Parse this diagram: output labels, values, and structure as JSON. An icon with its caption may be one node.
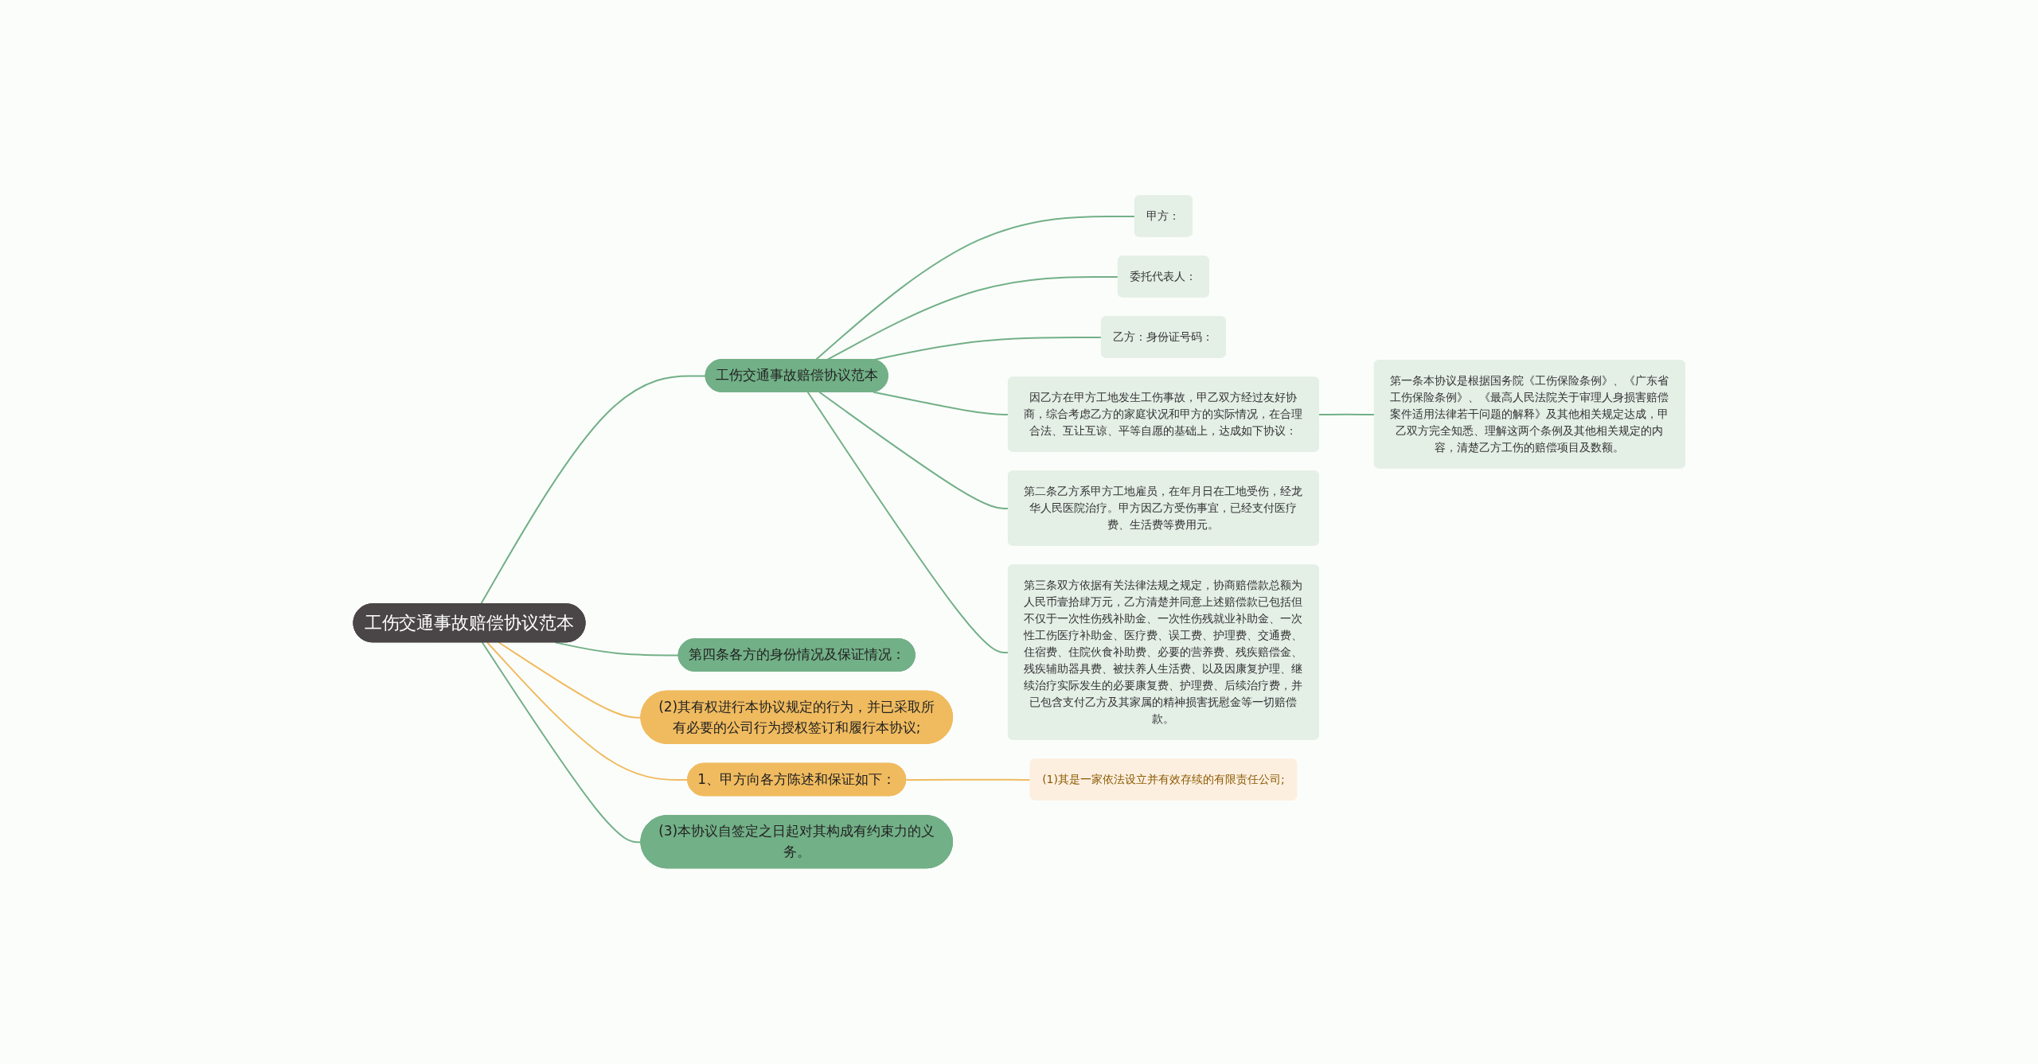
{
  "diagram": {
    "nodes": [
      {
        "text": [
          "工伤交通事故赔偿协议范本"
        ]
      },
      {
        "text": [
          "工伤交通事故赔偿协议范本"
        ]
      },
      {
        "text": [
          "甲方："
        ]
      },
      {
        "text": [
          "委托代表人："
        ]
      },
      {
        "text": [
          "乙方：身份证号码："
        ]
      },
      {
        "text": [
          "因乙方在甲方工地发生工伤事故，甲乙双方经过友好协商，综合考虑乙方的家庭状况和甲方的实际情况，在合理合法、互让互谅、平等自愿的基础上，达成如下协议："
        ]
      },
      {
        "text": [
          "第一条本协议是根据国务院《工伤保险条例》、《广东省工伤保险条例》、《最高人民法院关于审理人身损害赔偿案件适用法律若干问题的解释》及其他相关规定达成，甲乙双方完全知悉、理解这两个条例及其他相关规定的内容，清楚乙方工伤的赔偿项目及数额。"
        ]
      },
      {
        "text": [
          "第二条乙方系甲方工地雇员，在年月日在工地受伤，经龙华人民医院治疗。甲方因乙方受伤事宜，已经支付医疗费、生活费等费用元。"
        ]
      },
      {
        "text": [
          "第三条双方依据有关法律法规之规定，协商赔偿款总额为人民币壹拾肆万元，乙方清楚并同意上述赔偿款已包括但不仅于一次性伤残补助金、一次性伤残就业补助金、一次性工伤医疗补助金、医疗费、误工费、护理费、交通费、住宿费、住院伙食补助费、必要的营养费、残疾赔偿金、残疾辅助器具费、被扶养人生活费、以及因康复护理、继续治疗实际发生的必要康复费、护理费、后续治疗费，并已包含支付乙方及其家属的精神损害抚慰金等一切赔偿款。"
        ]
      },
      {
        "text": [
          "第四条各方的身份情况及保证情况："
        ]
      },
      {
        "text": [
          "(2)其有权进行本协议规定的行为，并已采取所有必要的公司行为授权签订和履行本协议;"
        ]
      },
      {
        "text": [
          "1、甲方向各方陈述和保证如下："
        ]
      },
      {
        "text": [
          "(1)其是一家依法设立并有效存续的有限责任公司;"
        ]
      },
      {
        "text": [
          "(3)本协议自签定之日起对其构成有约束力的义务。"
        ]
      }
    ],
    "edges": [
      {
        "from": 0,
        "to": 1,
        "arrow": "none"
      },
      {
        "from": 1,
        "to": 2,
        "arrow": "none"
      },
      {
        "from": 1,
        "to": 3,
        "arrow": "none"
      },
      {
        "from": 1,
        "to": 4,
        "arrow": "none"
      },
      {
        "from": 1,
        "to": 5,
        "arrow": "none"
      },
      {
        "from": 5,
        "to": 6,
        "arrow": "none"
      },
      {
        "from": 1,
        "to": 7,
        "arrow": "none"
      },
      {
        "from": 1,
        "to": 8,
        "arrow": "none"
      },
      {
        "from": 0,
        "to": 9,
        "arrow": "none"
      },
      {
        "from": 0,
        "to": 10,
        "arrow": "none",
        "color": "#f0bb5f"
      },
      {
        "from": 0,
        "to": 11,
        "arrow": "none",
        "color": "#f0bb5f"
      },
      {
        "from": 11,
        "to": 12,
        "arrow": "none",
        "color": "#f0bb5f"
      },
      {
        "from": 0,
        "to": 13,
        "arrow": "none"
      }
    ]
  }
}
